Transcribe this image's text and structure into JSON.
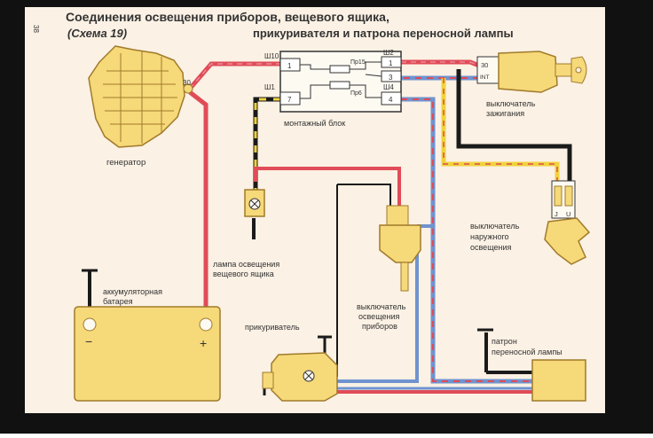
{
  "page": {
    "number": "38",
    "title_line1": "Соединения  освещения  приборов,  вещевого  ящика,",
    "title_scheme": "(Схема 19)",
    "title_line2": "прикуривателя  и  патрона переносной лампы"
  },
  "colors": {
    "background": "#fbf1e4",
    "frame": "#111111",
    "component_fill": "#f6d979",
    "component_stroke": "#a07a2a",
    "wire_red": "#e04c57",
    "wire_black": "#1a1a1a",
    "wire_yellow": "#f0d23c",
    "wire_blue": "#6f93cf",
    "wire_pink": "#e88a9a"
  },
  "components": {
    "generator": {
      "label": "генератор",
      "terminal": "30"
    },
    "mount_block": {
      "label": "монтажный блок",
      "connectors": [
        "Ш10",
        "Ш2",
        "Ш1",
        "Ш4"
      ],
      "pins": [
        "1",
        "1",
        "3",
        "7",
        "4"
      ],
      "fuses": [
        "Пр15",
        "Пр6"
      ]
    },
    "ignition_switch": {
      "label_line1": "выключатель",
      "label_line2": "зажигания",
      "terminals": [
        "30",
        "INT"
      ]
    },
    "outdoor_light_switch": {
      "label_line1": "выключатель",
      "label_line2": "наружного",
      "label_line3": "освещения",
      "pins": [
        "J",
        "U"
      ]
    },
    "glovebox_lamp": {
      "label_line1": "лампа освещения",
      "label_line2": "вещевого ящика"
    },
    "instrument_light_switch": {
      "label_line1": "выключатель",
      "label_line2": "освещения",
      "label_line3": "приборов"
    },
    "battery": {
      "label_line1": "аккумуляторная",
      "label_line2": "батарея",
      "minus": "−",
      "plus": "+"
    },
    "cigarette_lighter": {
      "label": "прикуриватель"
    },
    "portable_lamp_socket": {
      "label_line1": "патрон",
      "label_line2": "переносной лампы"
    }
  }
}
